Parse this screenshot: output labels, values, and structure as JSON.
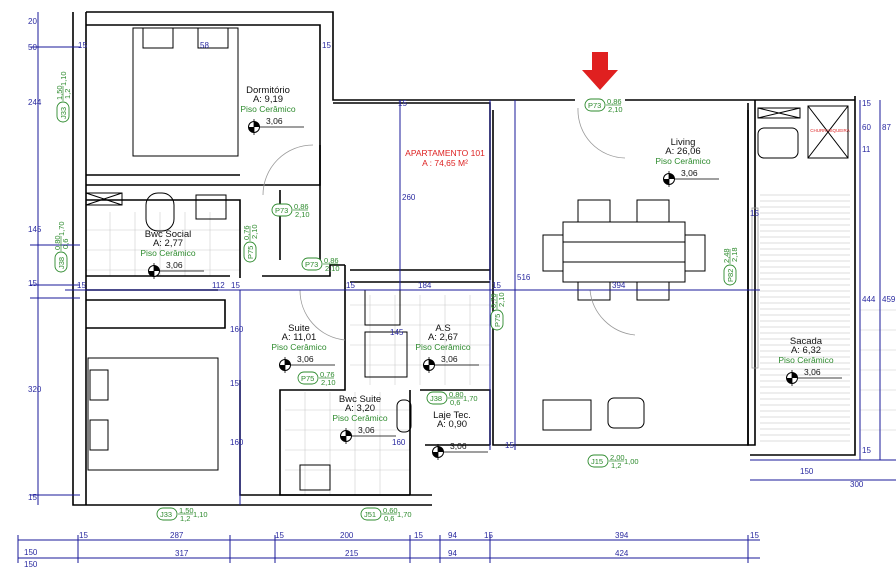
{
  "apartment": {
    "name": "APARTAMENTO 101",
    "area": "A : 74,65 M²"
  },
  "rooms": [
    {
      "name": "Dormitório",
      "area": "A: 9,19",
      "floor": "Piso Cerâmico",
      "level": "3,06"
    },
    {
      "name": "Bwc Social",
      "area": "A: 2,77",
      "floor": "Piso Cerâmico",
      "level": "3,06"
    },
    {
      "name": "Suite",
      "area": "A: 11,01",
      "floor": "Piso Cerâmico",
      "level": "3,06"
    },
    {
      "name": "A.S",
      "area": "A: 2,67",
      "floor": "Piso Cerâmico",
      "level": "3,06"
    },
    {
      "name": "Bwc Suite",
      "area": "A: 3,20",
      "floor": "Piso Cerâmico",
      "level": "3,06"
    },
    {
      "name": "Laje Tec.",
      "area": "A: 0,90",
      "floor": "",
      "level": "3,06"
    },
    {
      "name": "Living",
      "area": "A: 26,06",
      "floor": "Piso Cerâmico",
      "level": "3,06"
    },
    {
      "name": "Sacada",
      "area": "A: 6,32",
      "floor": "Piso Cerâmico",
      "level": "3,06"
    }
  ],
  "tags": {
    "p73": {
      "id": "P73",
      "w": "0,86",
      "h": "2,10"
    },
    "p75": {
      "id": "P75",
      "w": "0,76",
      "h": "2,10"
    },
    "p82": {
      "id": "P82",
      "w": "2,48",
      "h": "2,18"
    },
    "j33": {
      "id": "J33",
      "w": "1,50",
      "h": "1,2",
      "sill": "1,10"
    },
    "j38": {
      "id": "J38",
      "w": "0,80",
      "h": "0,6",
      "sill": "1,70"
    },
    "j51": {
      "id": "J51",
      "w": "0,60",
      "h": "0,6",
      "sill": "1,70"
    },
    "j15": {
      "id": "J15",
      "w": "2,00",
      "h": "1,2",
      "sill": "1,00"
    }
  },
  "churrasqueira": "CHURRASQUEIRA",
  "dimensions": {
    "bottom_row1": [
      "150",
      "15",
      "287",
      "15",
      "200",
      "15",
      "94",
      "15",
      "394",
      "15"
    ],
    "bottom_row2": [
      "150",
      "317",
      "215",
      "94",
      "424"
    ],
    "left": [
      "20",
      "50",
      "244",
      "145",
      "15",
      "320",
      "15"
    ],
    "middle": [
      "15",
      "112",
      "15",
      "184",
      "15",
      "394"
    ],
    "inner": [
      "260",
      "516",
      "160",
      "145",
      "15",
      "160",
      "160",
      "15",
      "15"
    ],
    "right": [
      "15",
      "60",
      "87",
      "11",
      "444",
      "459",
      "15",
      "150",
      "300"
    ],
    "top": [
      "15",
      "15",
      "15",
      "15",
      "58"
    ]
  },
  "colors": {
    "walls": "#000000",
    "dimensions": "#1a1a9a",
    "floor_labels": "#2e8b2e",
    "apartment_label": "#dd2222",
    "arrow": "#e02020"
  }
}
